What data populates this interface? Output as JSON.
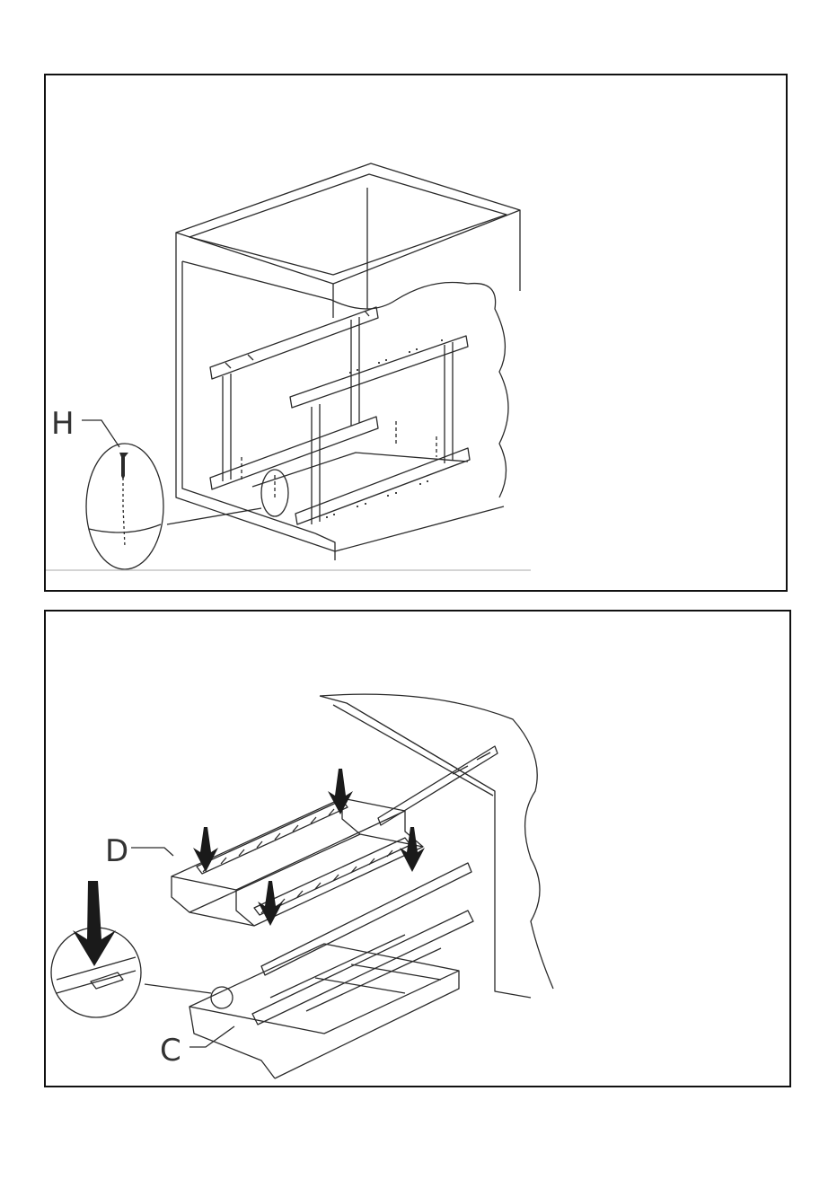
{
  "steps": [
    {
      "callouts": [
        "H"
      ]
    },
    {
      "callouts": [
        "D",
        "C"
      ]
    }
  ],
  "colors": {
    "line": "#2a2a2a",
    "border": "#111111",
    "background": "#ffffff"
  }
}
